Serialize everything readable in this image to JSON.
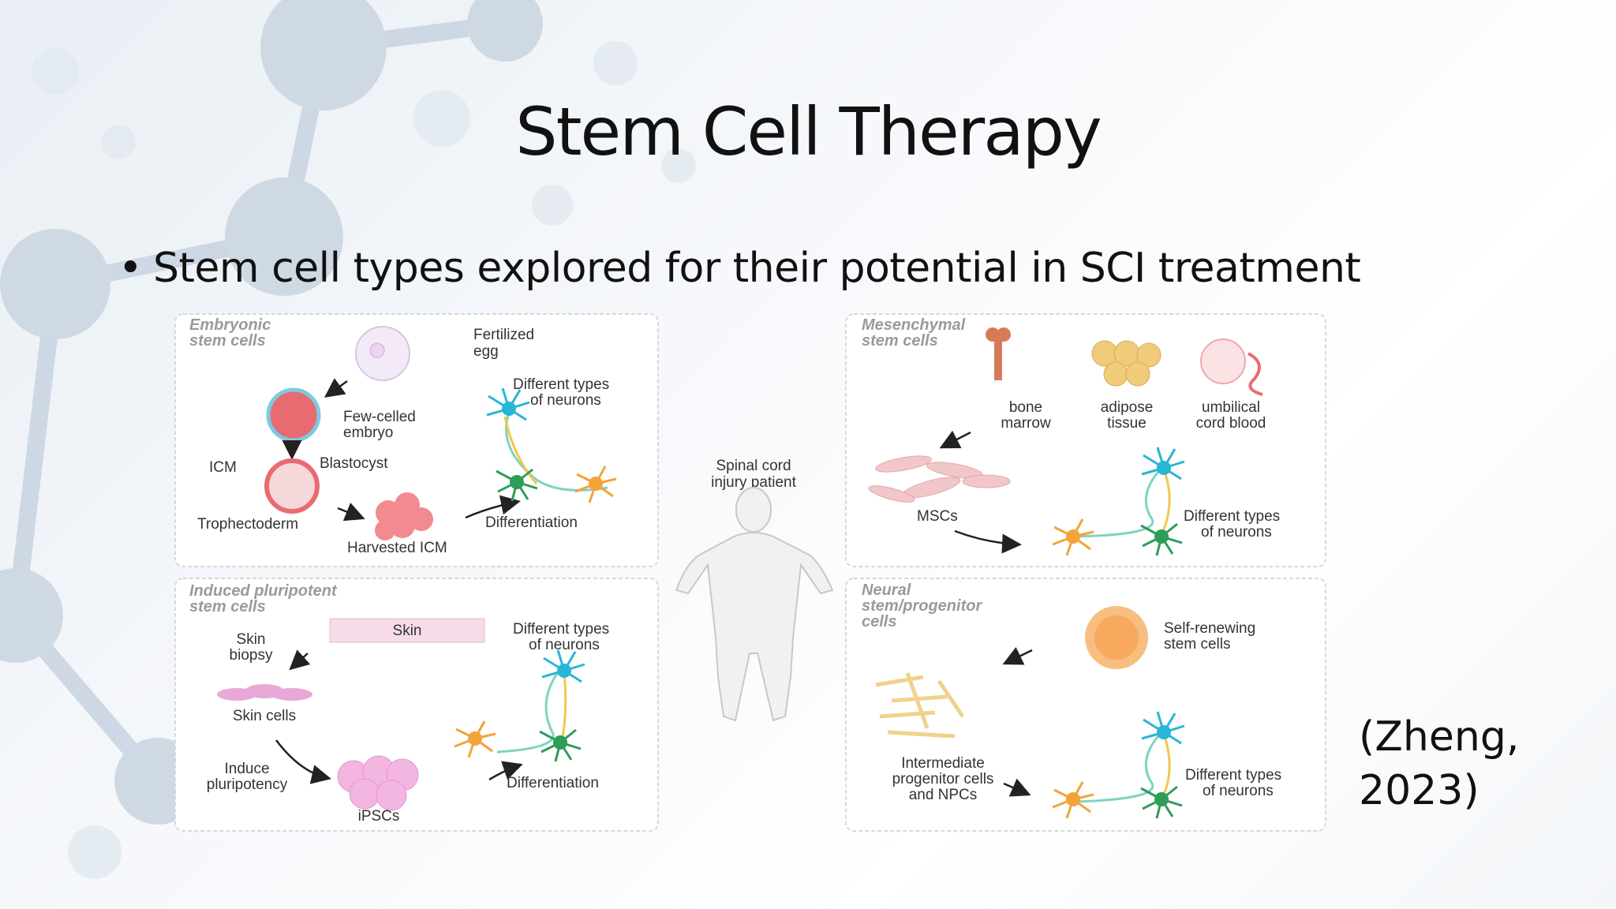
{
  "slide": {
    "title": "Stem Cell Therapy",
    "bullet_symbol": "•",
    "bullet_text": "Stem cell types explored for their potential in SCI treatment",
    "citation_line1": "(Zheng,",
    "citation_line2": "2023)"
  },
  "figure": {
    "center": {
      "line1": "Spinal cord",
      "line2": "injury patient"
    },
    "embryonic": {
      "title1": "Embryonic",
      "title2": "stem cells",
      "fertilized1": "Fertilized",
      "fertilized2": "egg",
      "fewcelled1": "Few-celled",
      "fewcelled2": "embryo",
      "blastocyst": "Blastocyst",
      "icm": "ICM",
      "trophectoderm": "Trophectoderm",
      "harvested": "Harvested ICM",
      "neurons1": "Different types",
      "neurons2": "of neurons",
      "differentiation": "Differentiation"
    },
    "mesenchymal": {
      "title1": "Mesenchymal",
      "title2": "stem cells",
      "bone1": "bone",
      "bone2": "marrow",
      "adipose1": "adipose",
      "adipose2": "tissue",
      "umbilical1": "umbilical",
      "umbilical2": "cord blood",
      "mscs": "MSCs",
      "neurons1": "Different types",
      "neurons2": "of neurons"
    },
    "ipsc": {
      "title1": "Induced pluripotent",
      "title2": "stem cells",
      "skin": "Skin",
      "biopsy1": "Skin",
      "biopsy2": "biopsy",
      "skincells": "Skin cells",
      "induce1": "Induce",
      "induce2": "pluripotency",
      "ipscs": "iPSCs",
      "neurons1": "Different types",
      "neurons2": "of neurons",
      "differentiation": "Differentiation"
    },
    "neural": {
      "title1": "Neural",
      "title2": "stem/progenitor",
      "title3": "cells",
      "selfrenew1": "Self-renewing",
      "selfrenew2": "stem cells",
      "inter1": "Intermediate",
      "inter2": "progenitor cells",
      "inter3": "and NPCs",
      "neurons1": "Different types",
      "neurons2": "of neurons"
    }
  },
  "colors": {
    "title_text": "#111111",
    "panel_border": "#d8d8d8",
    "neuron_cyan": "#29b6d6",
    "neuron_green": "#2e9d5a",
    "neuron_orange": "#f2a43a",
    "cell_red": "#e86b72",
    "cell_pink": "#f2b6e0",
    "molecule": "#c9d5e1"
  }
}
